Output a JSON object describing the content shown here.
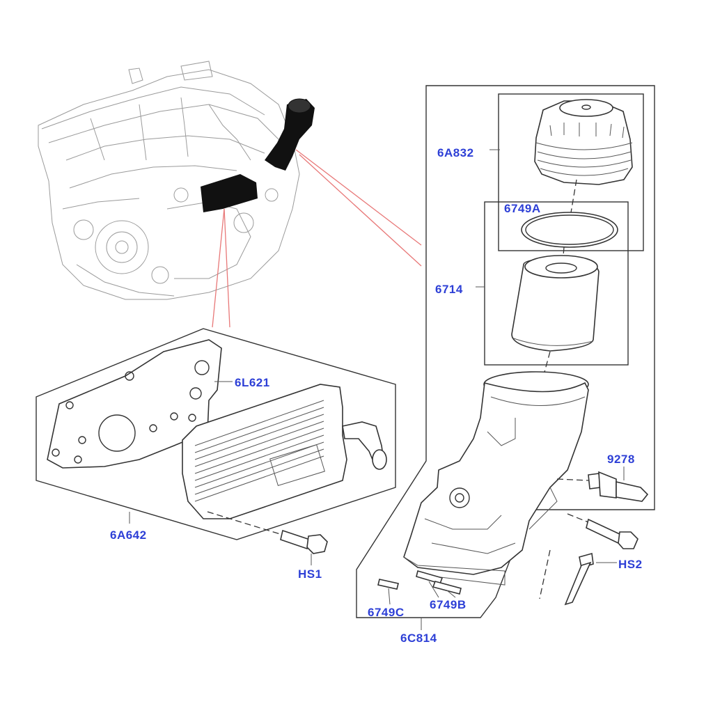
{
  "colors": {
    "label": "#2d3fd6",
    "line": "#333333",
    "highlight": "#111111",
    "leader_red": "#e87878"
  },
  "labels": {
    "cap": "6A832",
    "seal_upper": "6749A",
    "filter": "6714",
    "gasket": "6L621",
    "cooler_kit": "6A642",
    "bolt_cooler": "HS1",
    "sensor": "9278",
    "bolt_housing": "HS2",
    "seal_small_c": "6749C",
    "seal_small_b": "6749B",
    "housing": "6C814"
  }
}
